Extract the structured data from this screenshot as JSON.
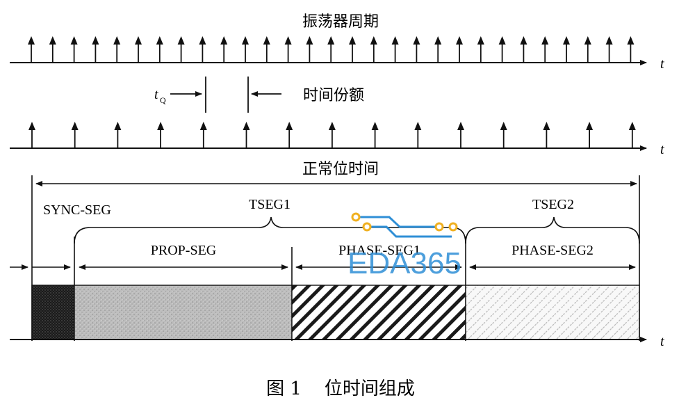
{
  "diagram": {
    "oscillator_title": "振荡器周期",
    "axis_label_1": "t",
    "tq_label": "t",
    "tq_sub": "Q",
    "time_quantum_label": "时间份额",
    "axis_label_2": "t",
    "nominal_bit_time_label": "正常位时间",
    "sync_seg_label": "SYNC-SEG",
    "tseg1_label": "TSEG1",
    "tseg2_label": "TSEG2",
    "prop_seg_label": "PROP-SEG",
    "phase_seg1_label": "PHASE-SEG1",
    "phase_seg2_label": "PHASE-SEG2",
    "axis_label_3": "t",
    "caption": "图 1    位时间组成"
  },
  "watermark": {
    "text": "EDA365",
    "color": "#2f8fd6",
    "dot_color": "#f0b020"
  },
  "colors": {
    "ink": "#111111",
    "sync_fill": "#1a1a1a",
    "prop_fill": "#bcbcbc",
    "phase2_hatch": "#b8b8b8"
  }
}
